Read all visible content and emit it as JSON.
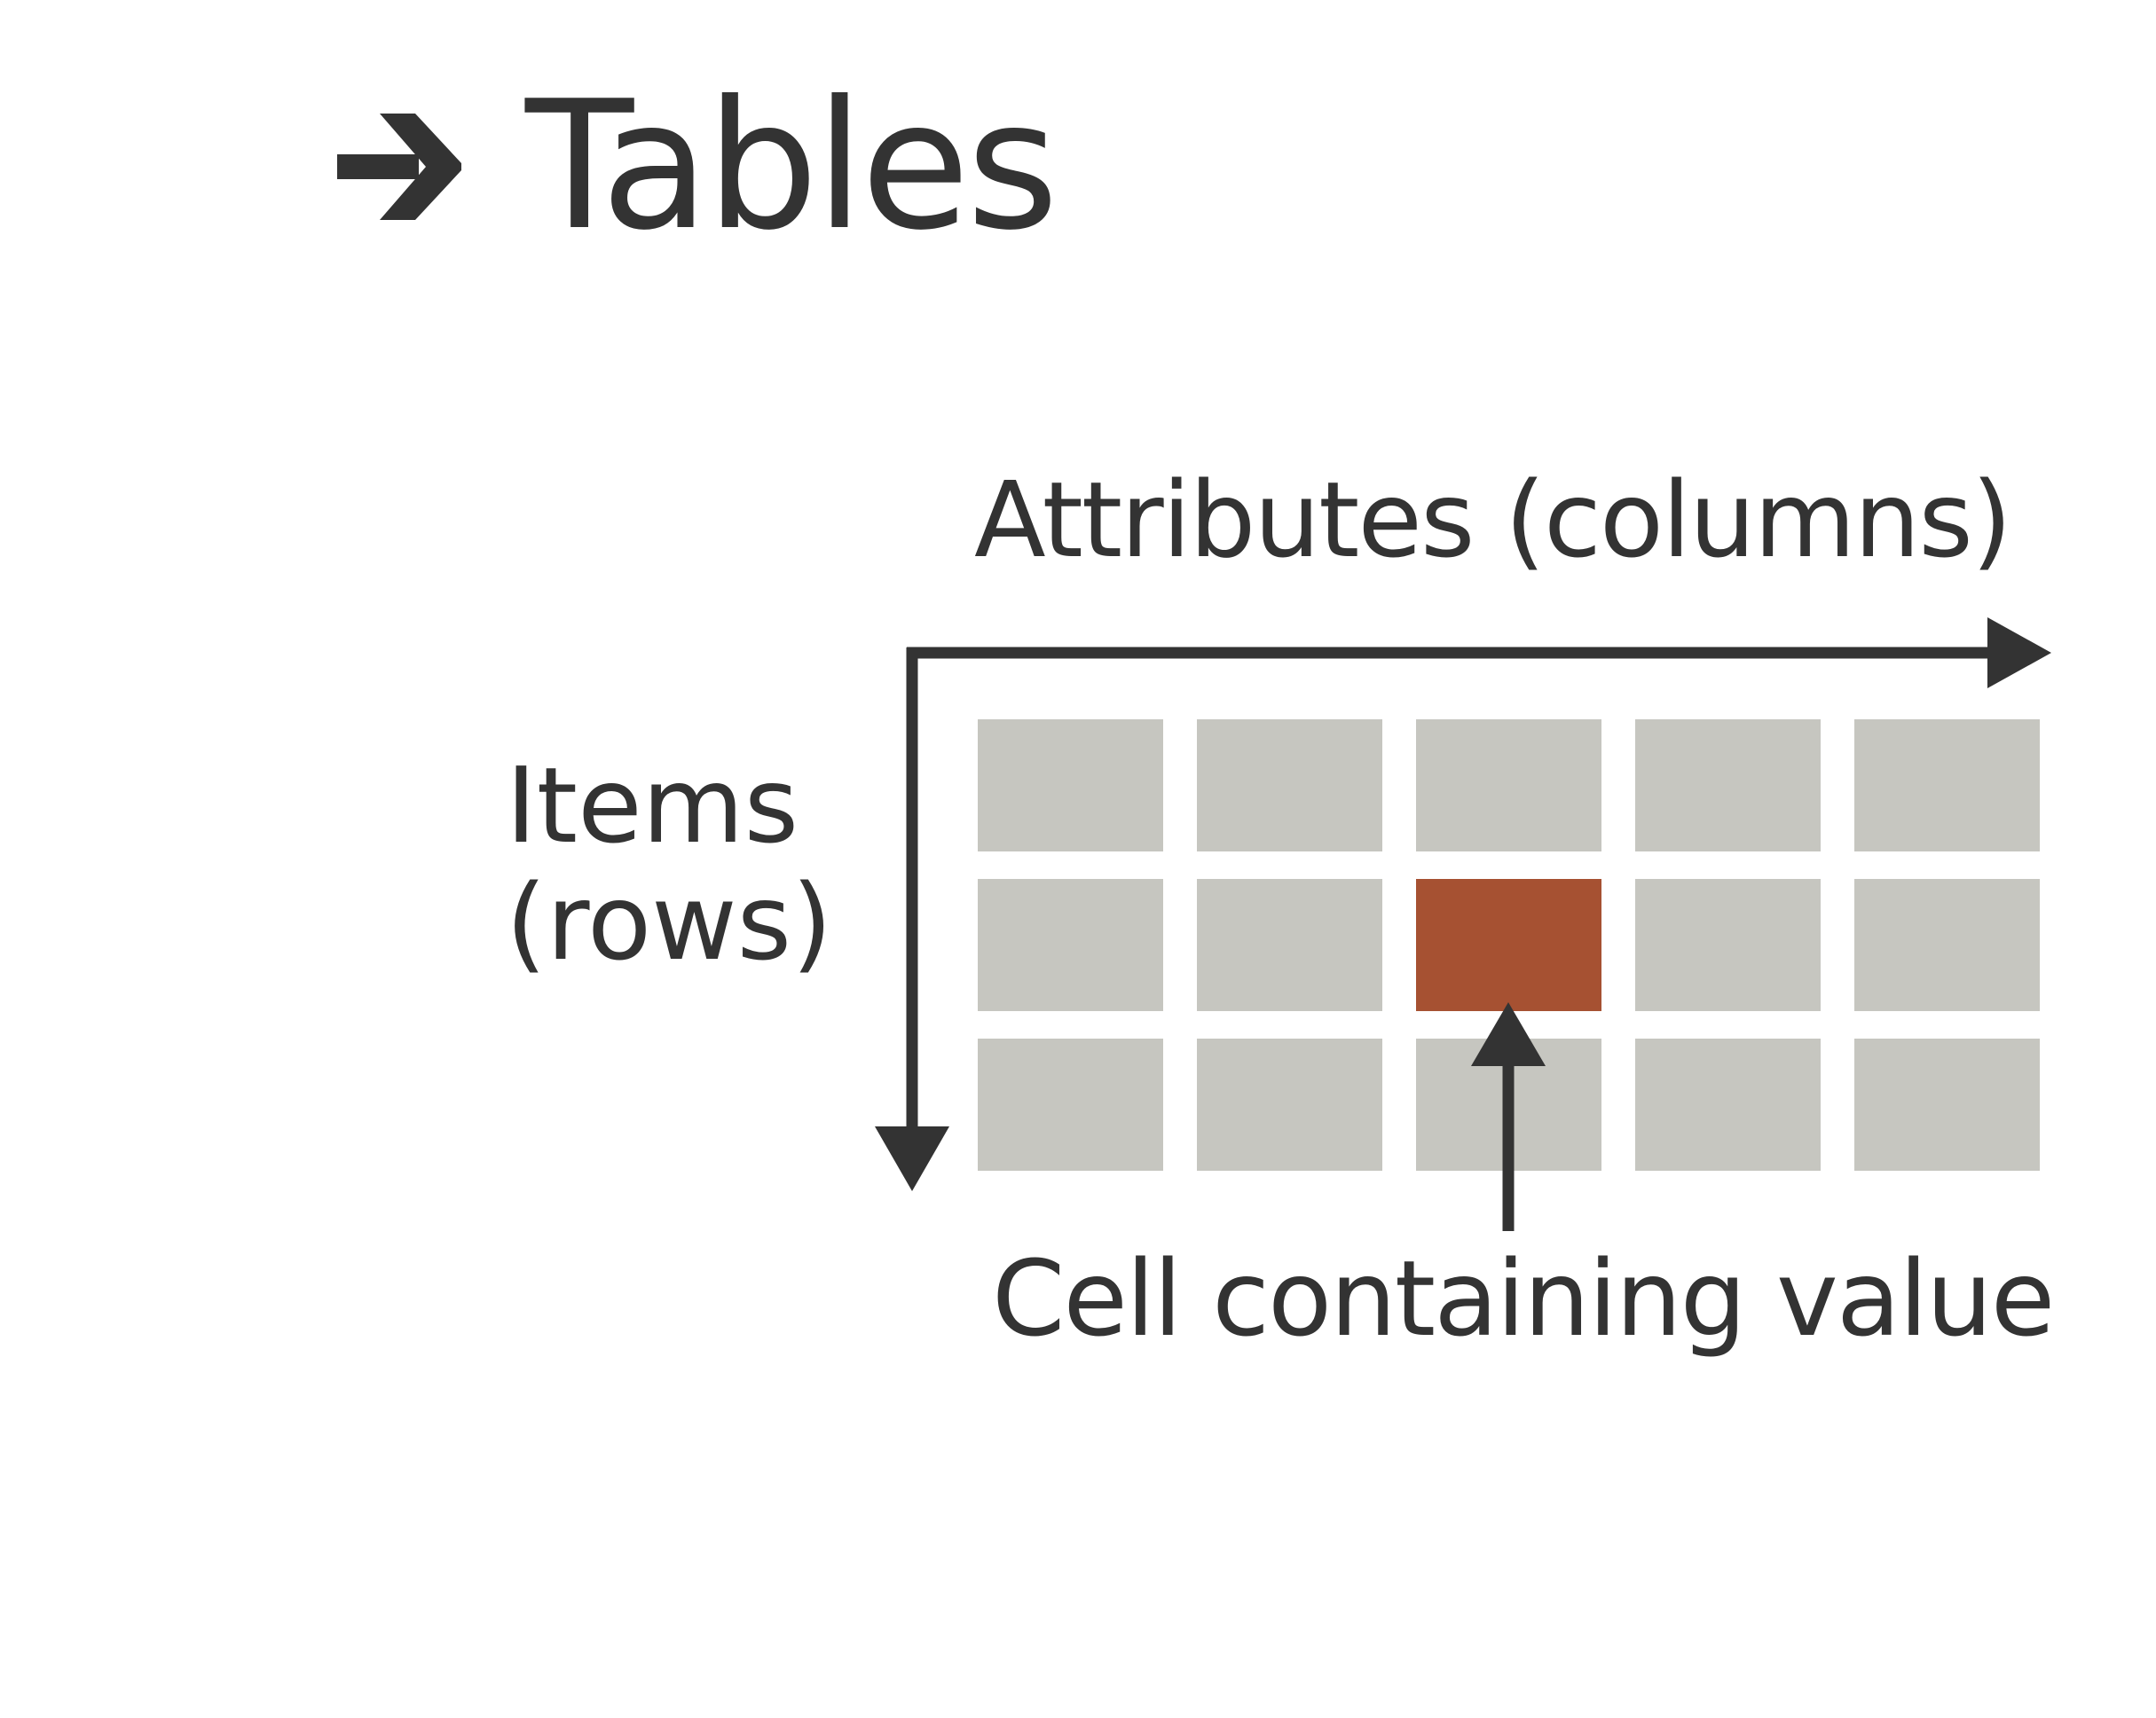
{
  "heading": {
    "icon": "arrow-right-icon",
    "title": "Tables"
  },
  "labels": {
    "columns": "Attributes (columns)",
    "rows_line1": "Items",
    "rows_line2": "(rows)",
    "cell": "Cell containing value"
  },
  "table": {
    "rows": 3,
    "columns": 5,
    "highlighted_cell": {
      "row": 2,
      "column": 3
    }
  },
  "colors": {
    "ink": "#333333",
    "cell": "#c6c6c0",
    "highlight": "#a65132"
  }
}
